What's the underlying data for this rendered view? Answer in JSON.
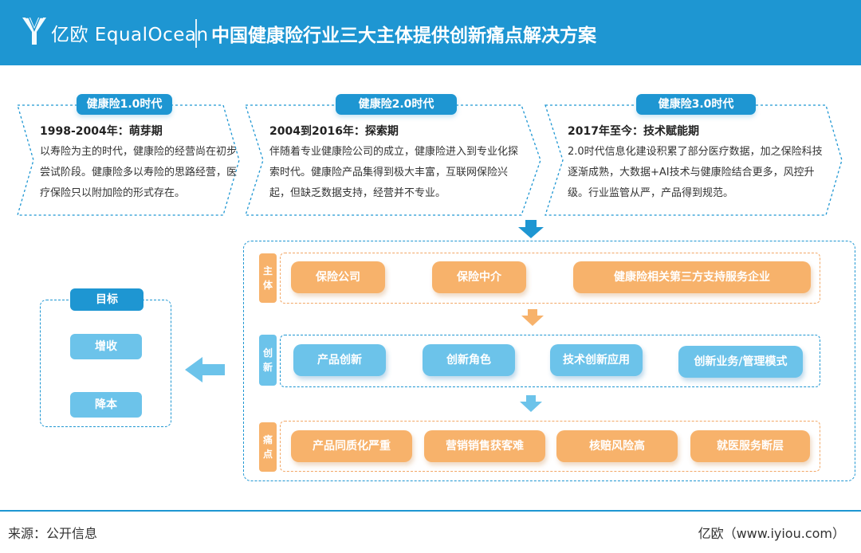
{
  "header": {
    "logo_text": "亿欧 EqualOcean",
    "title": "中国健康险行业三大主体提供创新痛点解决方案"
  },
  "eras": [
    {
      "pill": "健康险1.0时代",
      "heading": "1998-2004年：萌芽期",
      "body": "以寿险为主的时代，健康险的经营尚在初步尝试阶段。健康险多以寿险的思路经营，医疗保险只以附加险的形式存在。"
    },
    {
      "pill": "健康险2.0时代",
      "heading": "2004到2016年：探索期",
      "body": "伴随着专业健康险公司的成立，健康险进入到专业化探索时代。健康险产品集得到极大丰富，互联网保险兴起，但缺乏数据支持，经营并不专业。"
    },
    {
      "pill": "健康险3.0时代",
      "heading": "2017年至今：技术赋能期",
      "body": "2.0时代信息化建设积累了部分医疗数据，加之保险科技逐渐成熟，大数据+AI技术与健康险结合更多，风控升级。行业监管从严，产品得到规范。"
    }
  ],
  "rows": [
    {
      "tab": [
        "主",
        "体"
      ],
      "items": [
        "保险公司",
        "保险中介",
        "健康险相关第三方支持服务企业"
      ]
    },
    {
      "tab": [
        "创",
        "新"
      ],
      "items": [
        "产品创新",
        "创新角色",
        "技术创新应用",
        "创新业务/管理模式"
      ]
    },
    {
      "tab": [
        "痛",
        "点"
      ],
      "items": [
        "产品同质化严重",
        "营销销售获客难",
        "核赔风险高",
        "就医服务断层"
      ]
    }
  ],
  "goal": {
    "pill": "目标",
    "items": [
      "增收",
      "降本"
    ]
  },
  "footer": {
    "source": "来源：公开信息",
    "brand": "亿欧（www.iyiou.com）"
  },
  "colors": {
    "primary_blue": "#1e96d2",
    "light_blue": "#6cc3ea",
    "orange": "#f7b26b",
    "orange_outline": "#f2a766"
  }
}
